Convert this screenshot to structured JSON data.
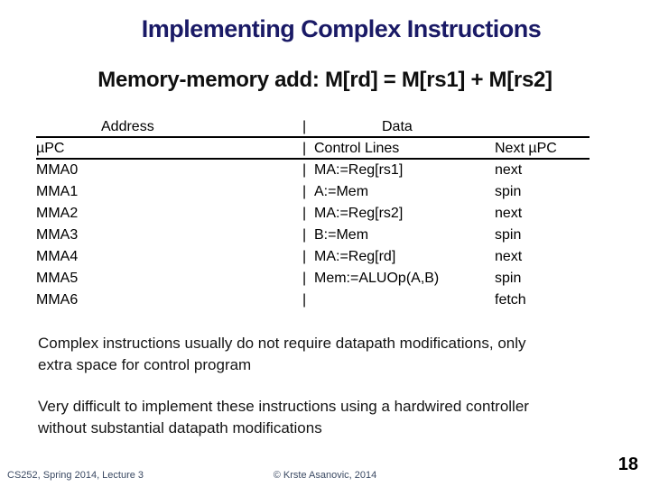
{
  "title": "Implementing Complex Instructions",
  "subtitle": "Memory-memory add: M[rd] = M[rs1] + M[rs2]",
  "colors": {
    "title_navy": "#1a1a66",
    "body_text": "#141414",
    "footer_text": "#3b4a63",
    "table_rule": "#000000"
  },
  "table": {
    "separator": "|",
    "group_headers": {
      "address": "Address",
      "data": "Data"
    },
    "column_headers": {
      "upc": "µPC",
      "control": "Control Lines",
      "next": "Next µPC"
    },
    "rows": [
      {
        "upc": "MMA0",
        "control": "MA:=Reg[rs1]",
        "next": "next"
      },
      {
        "upc": "MMA1",
        "control": "A:=Mem",
        "next": "spin"
      },
      {
        "upc": "MMA2",
        "control": "MA:=Reg[rs2]",
        "next": "next"
      },
      {
        "upc": "MMA3",
        "control": "B:=Mem",
        "next": "spin"
      },
      {
        "upc": "MMA4",
        "control": "MA:=Reg[rd]",
        "next": "next"
      },
      {
        "upc": "MMA5",
        "control": "Mem:=ALUOp(A,B)",
        "next": "spin"
      },
      {
        "upc": "MMA6",
        "control": "",
        "next": "fetch"
      }
    ]
  },
  "paragraphs": [
    {
      "lines": [
        "Complex instructions usually do not require datapath modifications, only",
        "extra space for control program"
      ]
    },
    {
      "lines": [
        "Very difficult to implement these instructions using a hardwired controller",
        "without substantial datapath modifications"
      ]
    }
  ],
  "footer": {
    "left": "CS252, Spring 2014, Lecture 3",
    "center": "© Krste Asanovic, 2014",
    "page": "18"
  }
}
